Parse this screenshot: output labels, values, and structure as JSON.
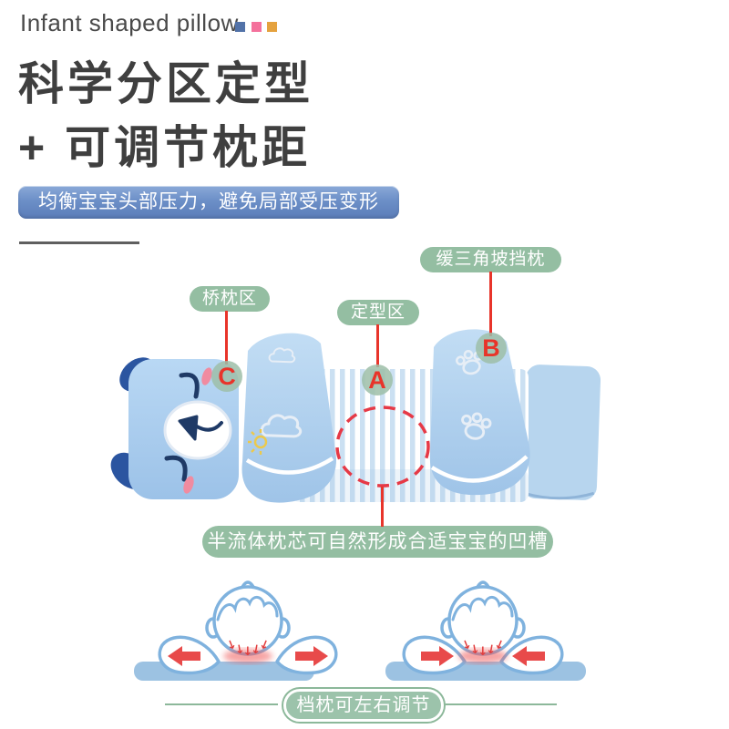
{
  "header": {
    "subtitle": "Infant shaped pillow",
    "title_line1": "科学分区定型",
    "title_line2": "+ 可调节枕距",
    "badge": "均衡宝宝头部压力，避免局部受压变形",
    "deco_squares": [
      "#5272a8",
      "#f4719c",
      "#e5a23e"
    ]
  },
  "annotations": {
    "bridge_zone_label": "桥枕区",
    "shaping_zone_label": "定型区",
    "slope_pillow_label": "缓三角坡挡枕",
    "marker_a": "A",
    "marker_b": "B",
    "marker_c": "C",
    "core_note": "半流体枕芯可自然形成合适宝宝的凹槽",
    "adjust_note": "档枕可左右调节"
  },
  "colors": {
    "accent_red": "#e8342a",
    "label_green": "#94bea2",
    "badge_blue": "#6c8fc7",
    "pillow_blue": "#aecff0",
    "stripe_blue": "#cbe0f2",
    "diagram_outline_blue": "#7fb2de",
    "diagram_base_blue": "#9cc2e2",
    "arrow_red": "#e84a4a"
  }
}
